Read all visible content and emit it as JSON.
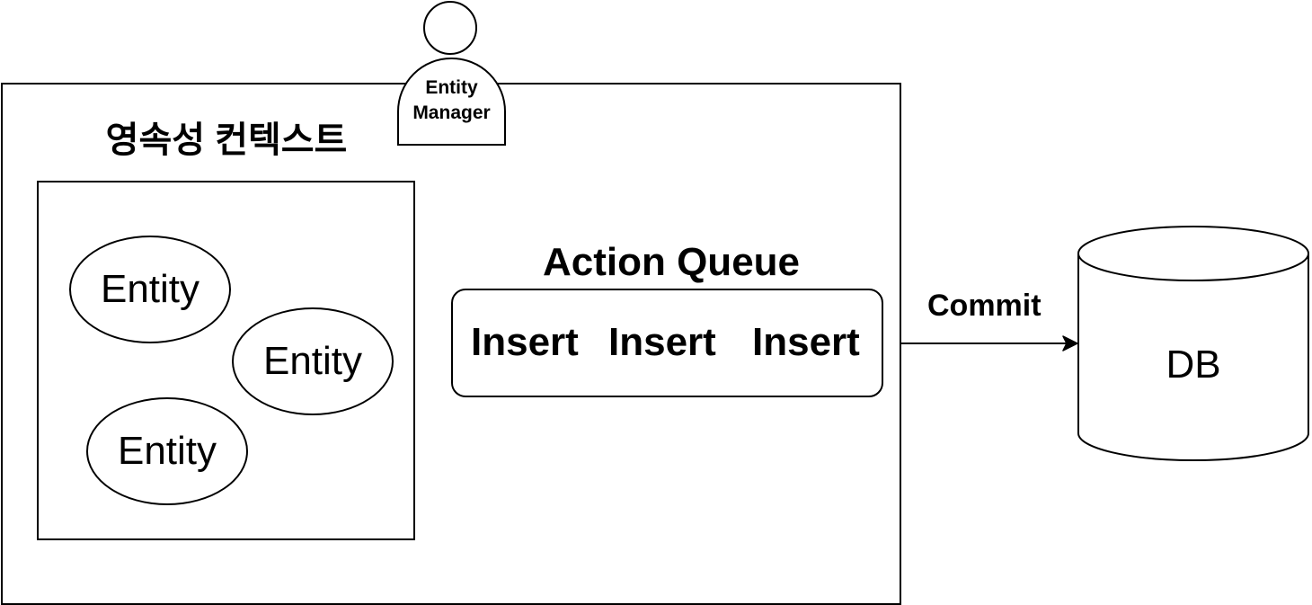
{
  "entity_manager": {
    "label": "Entity\nManager"
  },
  "persistence_context": {
    "title": "영속성 컨텍스트",
    "entities": [
      {
        "label": "Entity"
      },
      {
        "label": "Entity"
      },
      {
        "label": "Entity"
      }
    ]
  },
  "action_queue": {
    "title": "Action Queue",
    "items": [
      {
        "label": "Insert"
      },
      {
        "label": "Insert"
      },
      {
        "label": "Insert"
      }
    ]
  },
  "commit": {
    "label": "Commit"
  },
  "database": {
    "label": "DB"
  },
  "colors": {
    "stroke": "#000000",
    "fill": "#ffffff"
  }
}
